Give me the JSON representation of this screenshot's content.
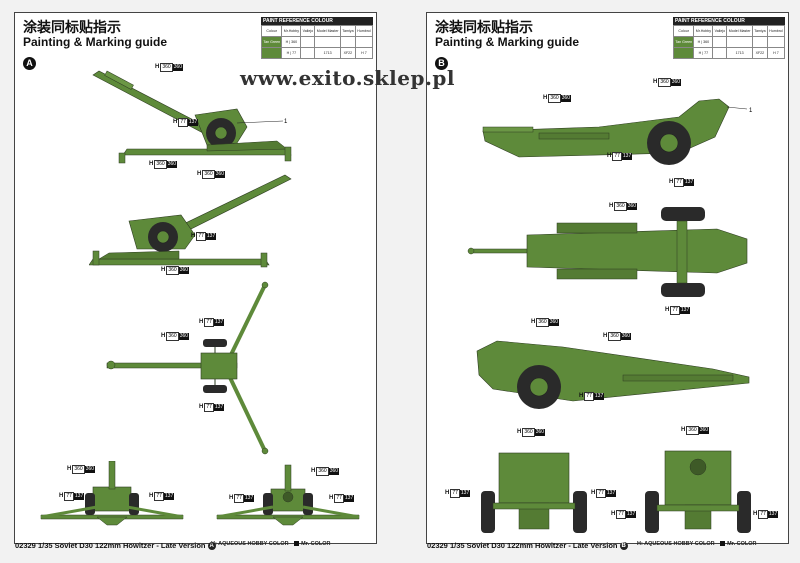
{
  "watermark": "www.exito.sklep.pl",
  "colors": {
    "gun_green": "#5e8a3a",
    "gun_dark": "#2e3d22",
    "tire": "#2a2a2a"
  },
  "sheets": [
    {
      "title_cn": "涂装同标贴指示",
      "title_en": "Painting & Marking guide",
      "badge": "A",
      "ref_header": "PAINT REFERENCE COLOUR",
      "ref_cols": [
        "Colour",
        "Mr.Hobby",
        "Vallejo",
        "Model Master",
        "Tamiya",
        "Humbrol"
      ],
      "ref_row1": [
        "Tan Green",
        "H | 360",
        "",
        "",
        "",
        ""
      ],
      "ref_row2": [
        "",
        "H | 77",
        "",
        "1713",
        "XF22",
        "H 7"
      ],
      "footer": "02329 1/35  Soviet D30 122mm Howitzer - Late Version",
      "footer_badge": "A",
      "legend_h": "H",
      "legend_aqueous": "AQUEOUS HOBBY COLOR",
      "legend_mr": "Mr. COLOR"
    },
    {
      "title_cn": "涂装同标贴指示",
      "title_en": "Painting & Marking guide",
      "badge": "B",
      "ref_header": "PAINT REFERENCE COLOUR",
      "ref_cols": [
        "Colour",
        "Mr.Hobby",
        "Vallejo",
        "Model Master",
        "Tamiya",
        "Humbrol"
      ],
      "ref_row1": [
        "Tan Green",
        "H | 360",
        "",
        "",
        "",
        ""
      ],
      "ref_row2": [
        "",
        "H | 77",
        "",
        "1713",
        "XF22",
        "H 7"
      ],
      "footer": "02329 1/35  Soviet D30 122mm Howitzer - Late Version",
      "footer_badge": "B",
      "legend_h": "H",
      "legend_aqueous": "AQUEOUS HOBBY COLOR",
      "legend_mr": "Mr. COLOR"
    }
  ],
  "callout_green": {
    "h": "H",
    "c1": "360",
    "c2": "360"
  },
  "callout_tire": {
    "h": "H",
    "c1": "77",
    "c2": "137"
  },
  "part_number": "1"
}
